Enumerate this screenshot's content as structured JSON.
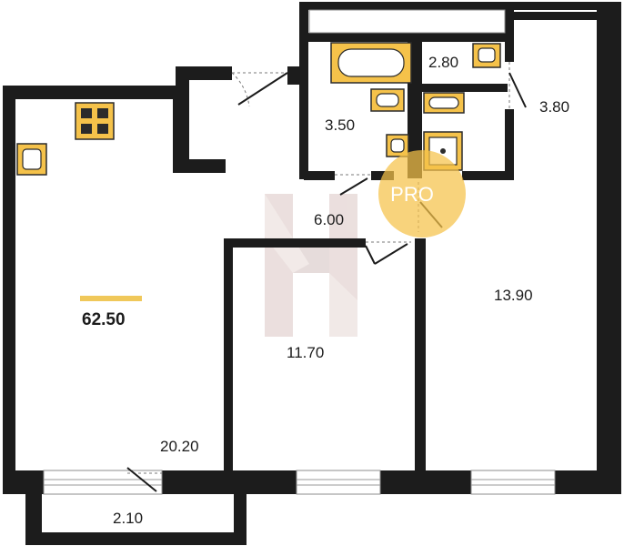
{
  "plan": {
    "total_area": "62.50",
    "rooms": {
      "living": "20.20",
      "bedroom": "11.70",
      "bedroom_large": "13.90",
      "hall": "6.00",
      "bathroom": "3.50",
      "wc": "2.80",
      "closet": "3.80",
      "balcony": "2.10"
    },
    "badge": {
      "text": "PRO"
    },
    "colors": {
      "wall": "#1c1c1c",
      "fixture": "#f5c24a",
      "total_bar": "#f0c85a",
      "badge": "#f5c24a"
    }
  }
}
